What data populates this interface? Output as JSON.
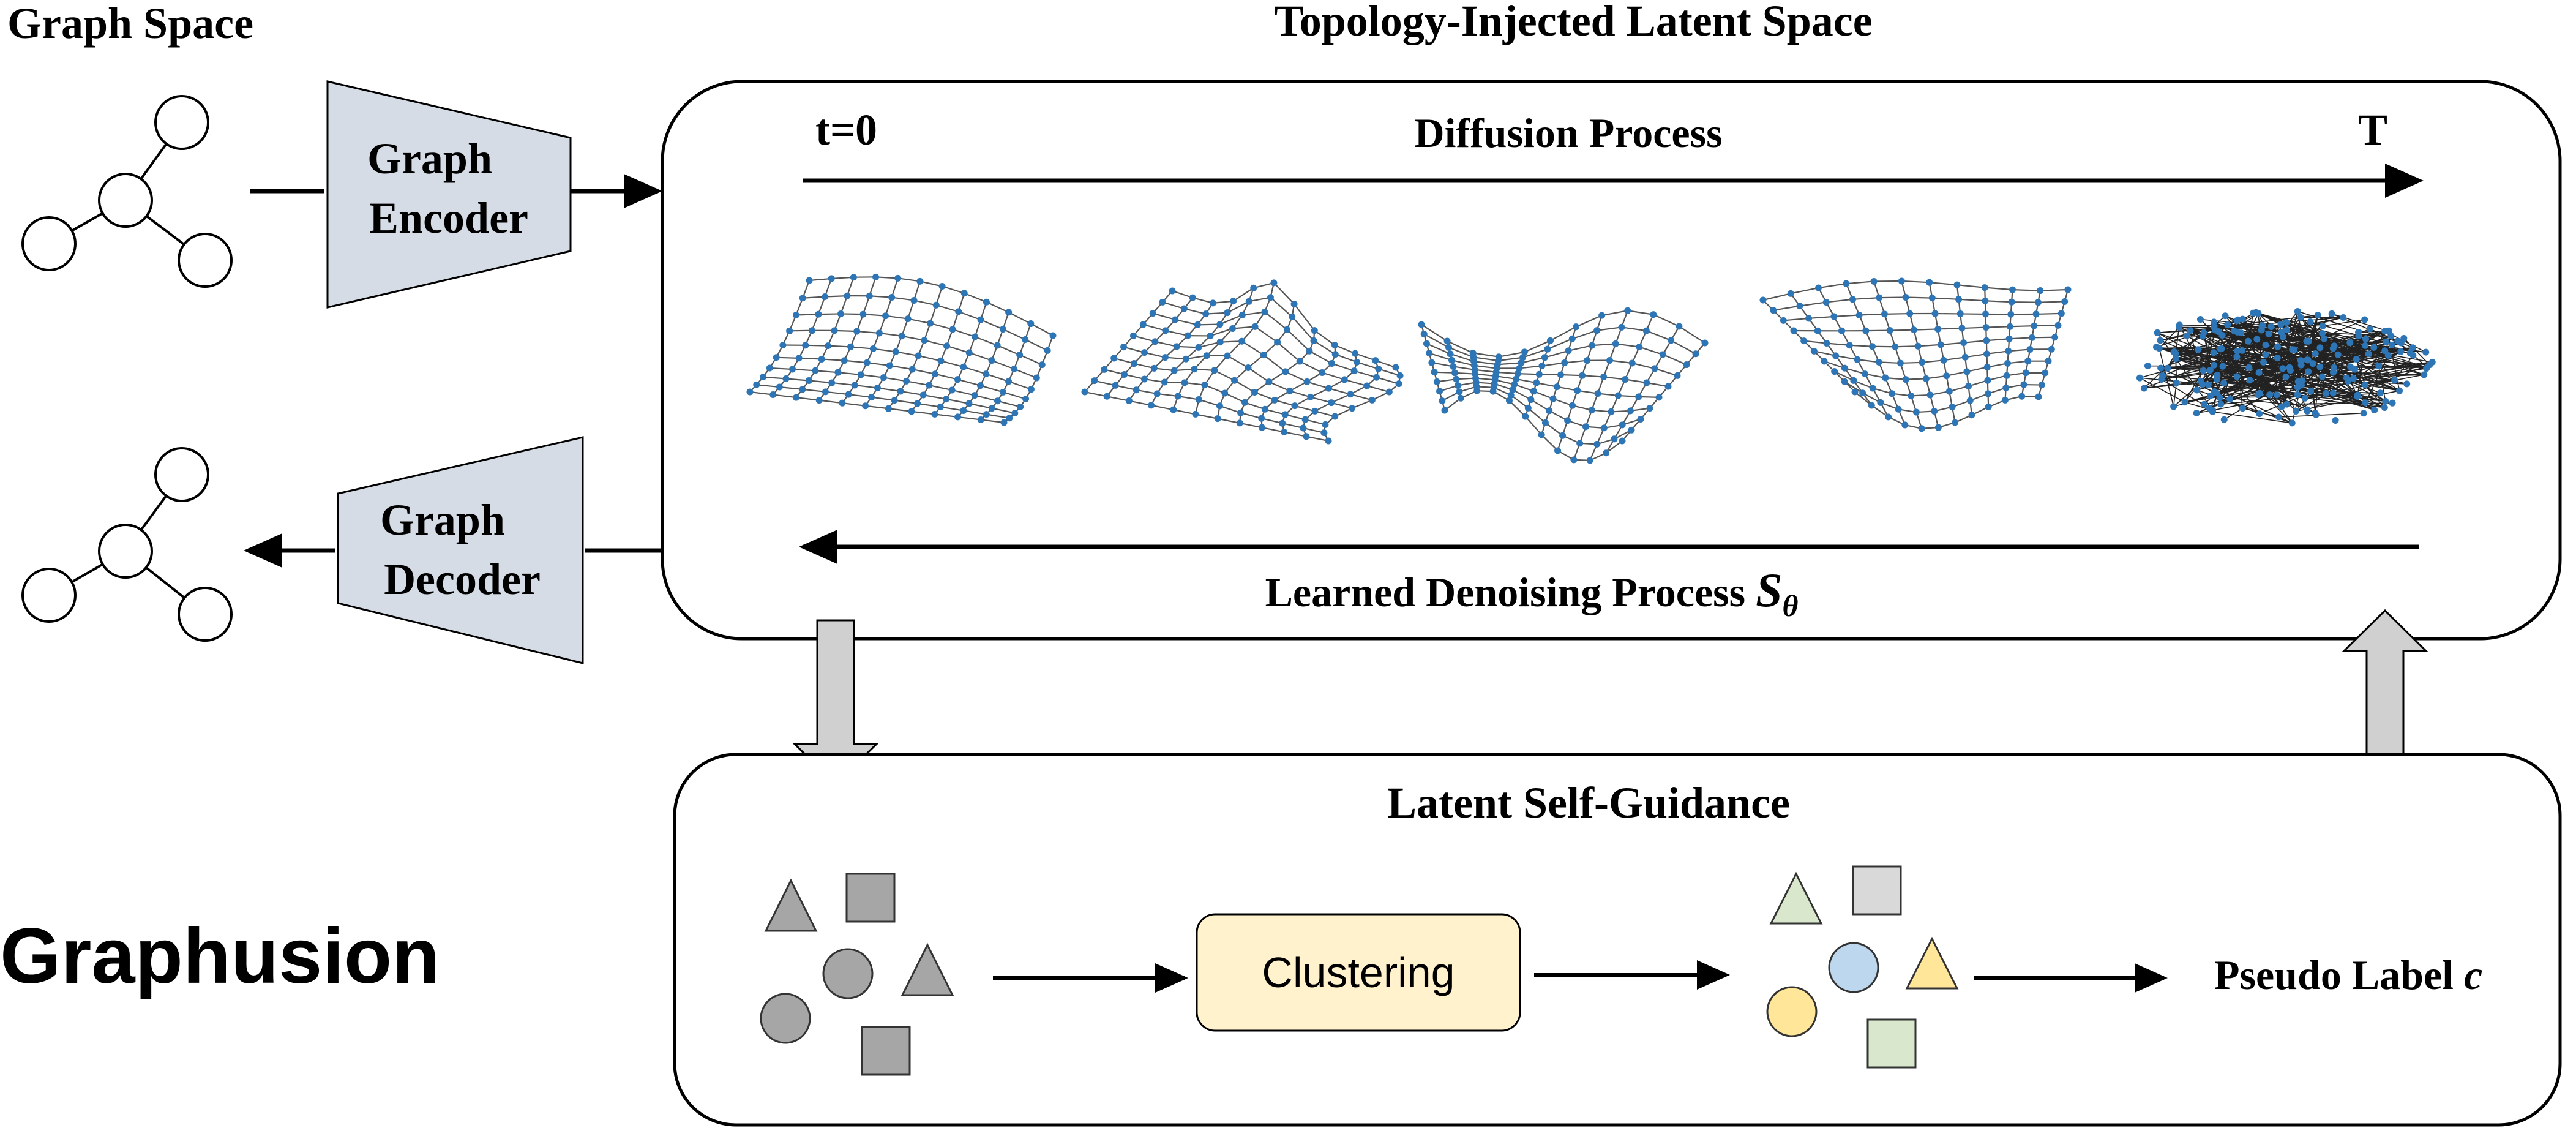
{
  "titles": {
    "graph_space": "Graph Space",
    "latent_space": "Topology-Injected Latent Space",
    "brand": "Graphusion"
  },
  "encoder": {
    "line1": "Graph",
    "line2": "Encoder"
  },
  "decoder": {
    "line1": "Graph",
    "line2": "Decoder"
  },
  "diffusion": {
    "t_start": "t=0",
    "t_end": "T",
    "forward_label": "Diffusion Process",
    "reverse_label": "Learned Denoising Process",
    "reverse_symbol": "S",
    "reverse_subscript": "θ"
  },
  "guidance": {
    "title": "Latent Self-Guidance",
    "clustering_label": "Clustering",
    "pseudo_label": "Pseudo Label",
    "pseudo_symbol": "c"
  },
  "colors": {
    "encoder_fill": "#d6dce5",
    "clustering_fill": "#fff2cc",
    "mesh_node": "#2e75b6",
    "gray_shape": "#a6a6a6",
    "green_shape": "#d9e8cc",
    "blue_shape": "#bdd7ee",
    "yellow_shape": "#ffe699",
    "light_gray_shape": "#d9d9d9",
    "block_arrow": "#d0d0d0"
  },
  "icons": {
    "graph_glyph": "four-node-graph",
    "mesh_stages": [
      "mesh-stage-0",
      "mesh-stage-1",
      "mesh-stage-2",
      "mesh-stage-3",
      "mesh-stage-noise"
    ]
  }
}
